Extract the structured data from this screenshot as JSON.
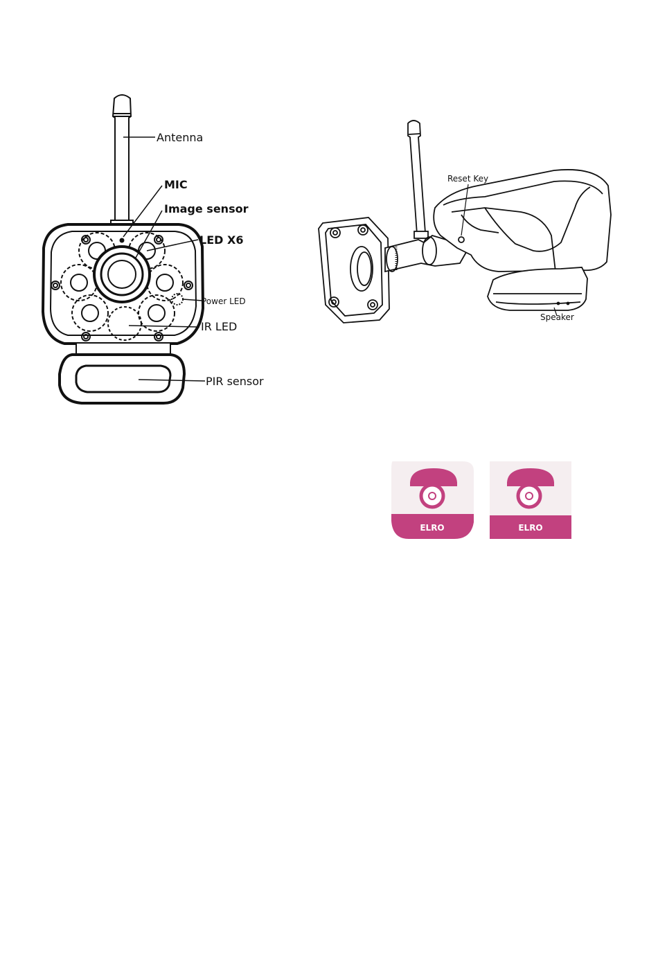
{
  "front_view": {
    "labels": {
      "antenna": "Antenna",
      "mic": "MIC",
      "image_sensor": "Image sensor",
      "led": "LED X6",
      "power_led": "Power LED",
      "ir_led": "IR LED",
      "pir_sensor": "PIR sensor"
    }
  },
  "side_view": {
    "labels": {
      "reset_key": "Reset Key",
      "speaker": "Speaker"
    }
  },
  "stickers": [
    {
      "brand": "ELRO",
      "shape": "rounded",
      "color": "#c2417f"
    },
    {
      "brand": "ELRO",
      "shape": "square",
      "color": "#c2417f"
    }
  ]
}
